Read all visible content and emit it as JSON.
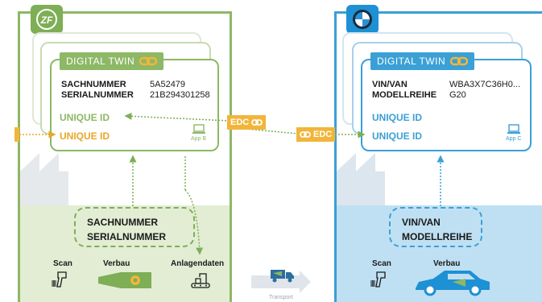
{
  "colors": {
    "zf_green": "#8db865",
    "bmw_blue": "#3aa0d6",
    "edc_orange": "#f2b53a",
    "uid_orange": "#e8a628"
  },
  "left": {
    "logo_text": "ZF",
    "twin_title": "DIGITAL TWIN",
    "field1_label": "SACHNUMMER",
    "field1_value": "5A52479",
    "field2_label": "SERIALNUMMER",
    "field2_value": "21B294301258",
    "uid_upper": "UNIQUE ID",
    "uid_lower": "UNIQUE ID",
    "app_label": "App B",
    "serial_line1": "SACHNUMMER",
    "serial_line2": "SERIALNUMMER",
    "bottom_labels": [
      "Scan",
      "Verbau",
      "Anlagendaten"
    ]
  },
  "middle": {
    "edc_label": "EDC",
    "transport_label": "Transport"
  },
  "right": {
    "twin_title": "DIGITAL TWIN",
    "field1_label": "VIN/VAN",
    "field1_value": "WBA3X7C36H0...",
    "field2_label": "MODELLREIHE",
    "field2_value": "G20",
    "uid_upper": "UNIQUE ID",
    "uid_lower": "UNIQUE ID",
    "app_label": "App C",
    "serial_line1": "VIN/VAN",
    "serial_line2": "MODELLREIHE",
    "bottom_labels": [
      "Scan",
      "Verbau"
    ]
  },
  "icons": {
    "link": "chain-link-icon",
    "laptop": "laptop-icon",
    "scanner": "barcode-scanner-icon",
    "machine_part": "gear-part-icon",
    "factory_line": "assembly-line-icon",
    "truck": "truck-icon",
    "car": "car-icon"
  }
}
